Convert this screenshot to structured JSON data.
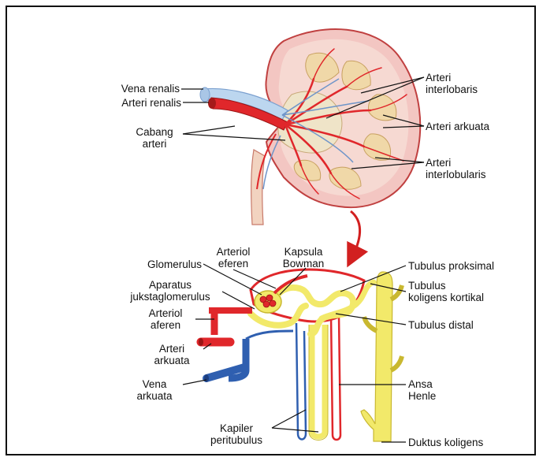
{
  "colors": {
    "artery": "#e0272b",
    "vein": "#2f5fb0",
    "tubule": "#f2e96a",
    "cortex": "#f3c6c2",
    "medulla": "#f0d8a8",
    "pelvis": "#efe4c8",
    "ureter": "#f2d3c0",
    "leader": "#111111",
    "arrow": "#d22020"
  },
  "labels": {
    "vena_renalis": "Vena renalis",
    "arteri_renalis": "Arteri renalis",
    "cabang_arteri_1": "Cabang",
    "cabang_arteri_2": "arteri",
    "arteri_interlobaris_1": "Arteri",
    "arteri_interlobaris_2": "interlobaris",
    "arteri_arkuata_top": "Arteri arkuata",
    "arteri_interlobularis_1": "Arteri",
    "arteri_interlobularis_2": "interlobularis",
    "arteriol_eferen_1": "Arteriol",
    "arteriol_eferen_2": "eferen",
    "kapsula_bowman_1": "Kapsula",
    "kapsula_bowman_2": "Bowman",
    "glomerulus": "Glomerulus",
    "aparatus_1": "Aparatus",
    "aparatus_2": "jukstaglomerulus",
    "arteriol_aferen_1": "Arteriol",
    "arteriol_aferen_2": "aferen",
    "arteri_arkuata_1": "Arteri",
    "arteri_arkuata_2": "arkuata",
    "vena_arkuata_1": "Vena",
    "vena_arkuata_2": "arkuata",
    "kapiler_1": "Kapiler",
    "kapiler_2": "peritubulus",
    "tubulus_proksimal": "Tubulus proksimal",
    "tubulus_koligens_1": "Tubulus",
    "tubulus_koligens_2": "koligens kortikal",
    "tubulus_distal": "Tubulus distal",
    "ansa_henle_1": "Ansa",
    "ansa_henle_2": "Henle",
    "duktus_koligens": "Duktus koligens"
  }
}
